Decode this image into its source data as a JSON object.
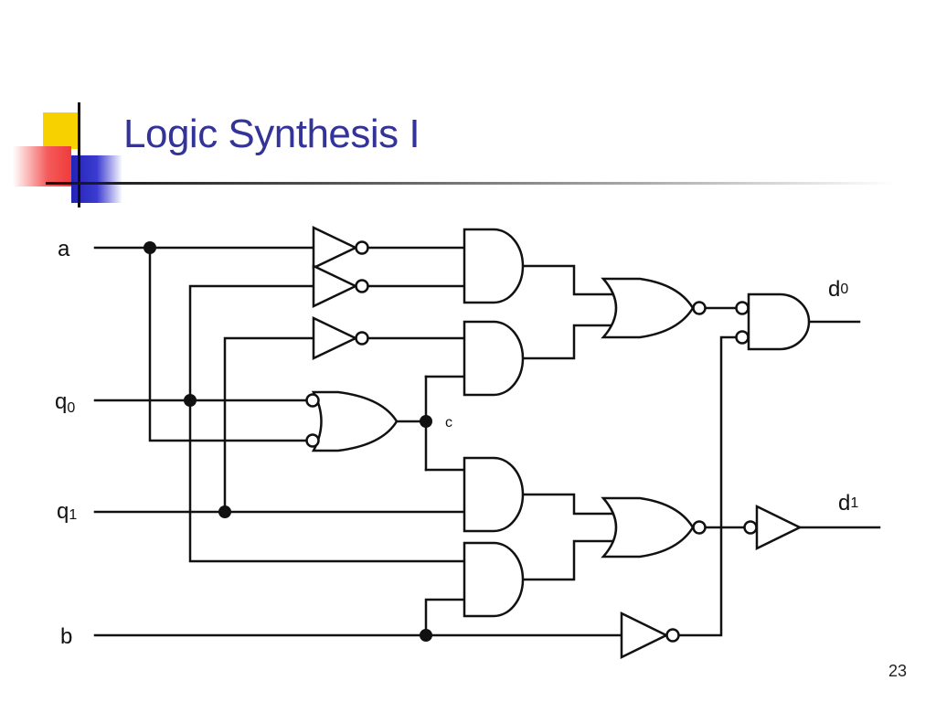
{
  "slide": {
    "title": "Logic Synthesis I",
    "page_number": "23"
  },
  "circuit": {
    "inputs": [
      {
        "name": "a",
        "sub": ""
      },
      {
        "name": "q",
        "sub": "0"
      },
      {
        "name": "q",
        "sub": "1"
      },
      {
        "name": "b",
        "sub": ""
      }
    ],
    "outputs": [
      {
        "name": "d",
        "sub": "0"
      },
      {
        "name": "d",
        "sub": "1"
      }
    ],
    "node_label": "c"
  }
}
